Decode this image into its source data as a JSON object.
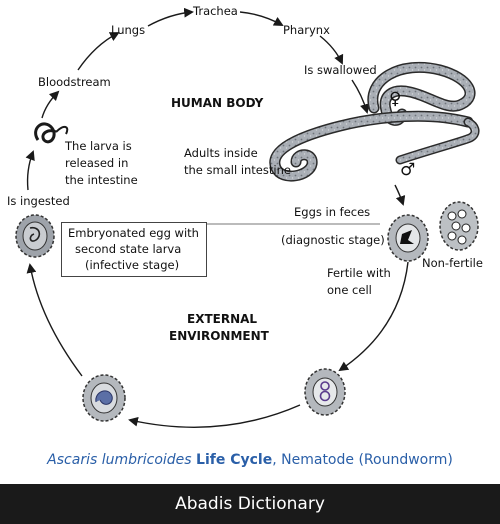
{
  "diagram": {
    "zones": {
      "human_body": "HUMAN BODY",
      "external_line1": "EXTERNAL",
      "external_line2": "ENVIRONMENT"
    },
    "stages": {
      "lungs": "Lungs",
      "trachea": "Trachea",
      "pharynx": "Pharynx",
      "swallowed": "Is swallowed",
      "bloodstream": "Bloodstream",
      "larva_line1": "The larva is",
      "larva_line2": "released in",
      "larva_line3": "the intestine",
      "adults_line1": "Adults inside",
      "adults_line2": "the small intestine",
      "ingested": "Is ingested",
      "eggs_feces": "Eggs in feces",
      "diagnostic": "(diagnostic stage)",
      "fertile_line1": "Fertile with",
      "fertile_line2": "one cell",
      "non_fertile": "Non-fertile"
    },
    "infective_box": {
      "line1": "Embryonated egg with",
      "line2": "second state larva",
      "line3": "(infective stage)"
    },
    "symbols": {
      "female": "♀",
      "male": "♂"
    }
  },
  "caption": {
    "species": "Ascaris lumbricoides",
    "bold_part": "Life Cycle",
    "rest": ", Nematode (Roundworm)"
  },
  "footer": {
    "brand": "Abadis Dictionary"
  },
  "colors": {
    "arrow": "#1a1a1a",
    "worm_fill": "#9aa0a8",
    "worm_stroke": "#2a2a2a",
    "caption_blue": "#2a5fa8",
    "footer_bg": "#1a1a1a"
  }
}
